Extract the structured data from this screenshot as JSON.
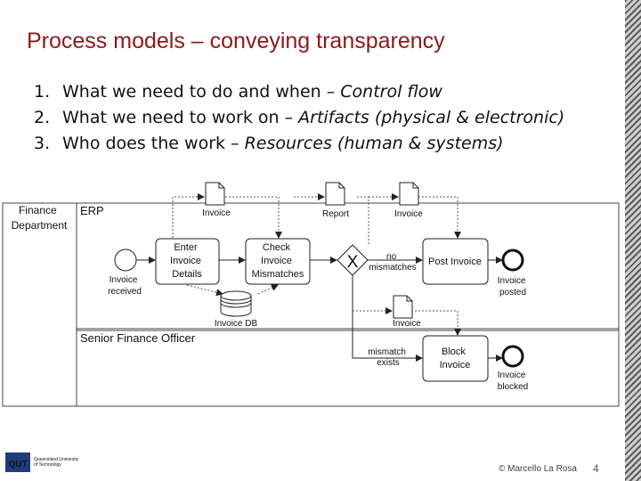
{
  "slide": {
    "title": "Process models – conveying transparency",
    "bullets": [
      {
        "num": "1.",
        "text": "What we need to do and when – ",
        "italic": "Control flow"
      },
      {
        "num": "2.",
        "text": "What we need to work on – ",
        "italic": "Artifacts (physical & electronic)"
      },
      {
        "num": "3.",
        "text": "Who does the work – ",
        "italic": "Resources (human & systems)"
      }
    ]
  },
  "diagram": {
    "pool": [
      "Finance",
      "Department"
    ],
    "lanes": {
      "erp": "ERP",
      "sfo": "Senior Finance Officer"
    },
    "events": {
      "start": [
        "Invoice",
        "received"
      ],
      "end_posted": [
        "Invoice",
        "posted"
      ],
      "end_blocked": [
        "Invoice",
        "blocked"
      ]
    },
    "tasks": {
      "enter": [
        "Enter",
        "Invoice",
        "Details"
      ],
      "check": [
        "Check",
        "Invoice",
        "Mismatches"
      ],
      "post": [
        "Post Invoice"
      ],
      "block": [
        "Block",
        "Invoice"
      ]
    },
    "gateway": {
      "symbol": "X"
    },
    "conditions": {
      "no_mismatch": [
        "no",
        "mismatches"
      ],
      "mismatch": [
        "mismatch",
        "exists"
      ]
    },
    "documents": {
      "invoice1": "Invoice",
      "report": "Report",
      "invoice2": "Invoice",
      "invoice3": "Invoice"
    },
    "datastore": "Invoice DB"
  },
  "footer": {
    "logo_text": "QUT",
    "logo_sub": [
      "Queensland University",
      "of Technology"
    ],
    "copyright": "© Marcello La Rosa",
    "page": "4"
  }
}
